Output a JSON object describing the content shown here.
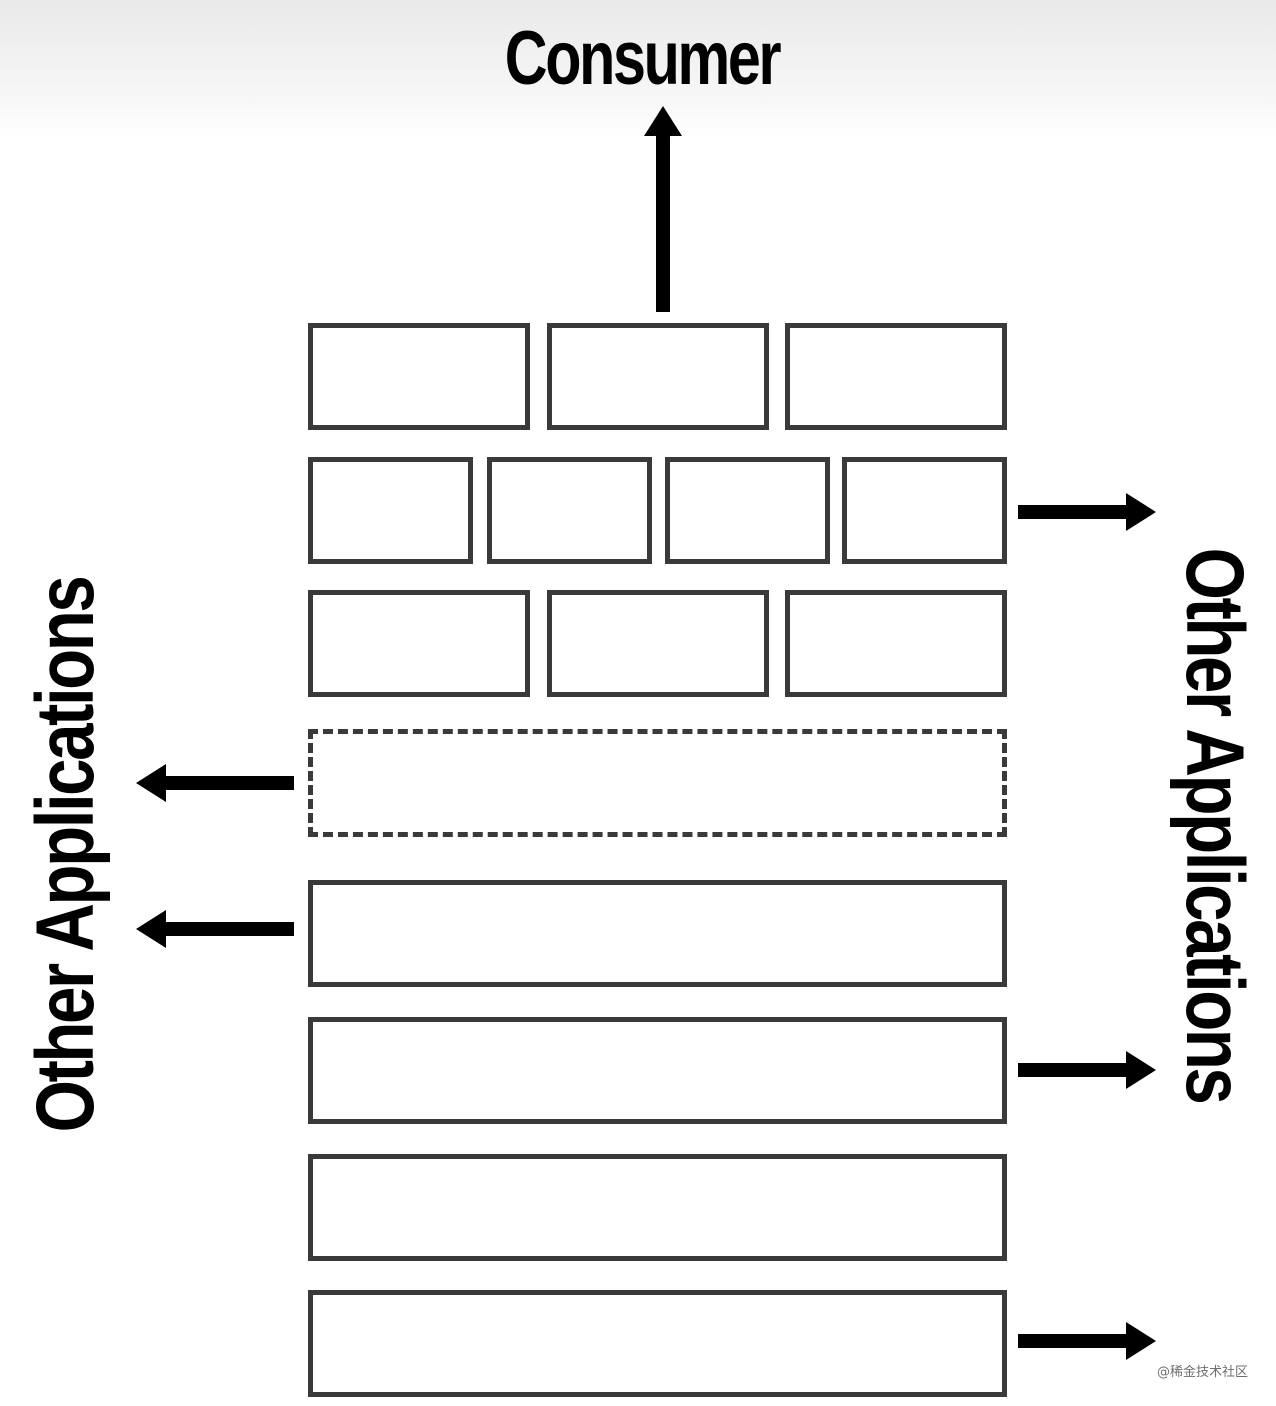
{
  "labels": {
    "top": "Consumer",
    "left": "Other Applications",
    "right": "Other Applications"
  },
  "watermark": "@稀金技术社区"
}
